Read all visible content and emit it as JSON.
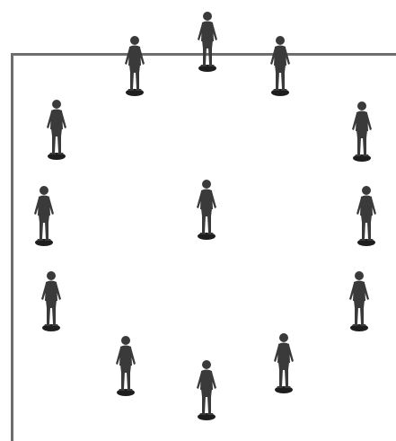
{
  "diagram": {
    "type": "drill-formation",
    "border_color": "#6e6e6e",
    "figure_color": "#3a3a3a",
    "marker_color": "#1e1e1e",
    "player_count": 13,
    "formation": "circle-with-center-player",
    "markers_visible": true
  }
}
